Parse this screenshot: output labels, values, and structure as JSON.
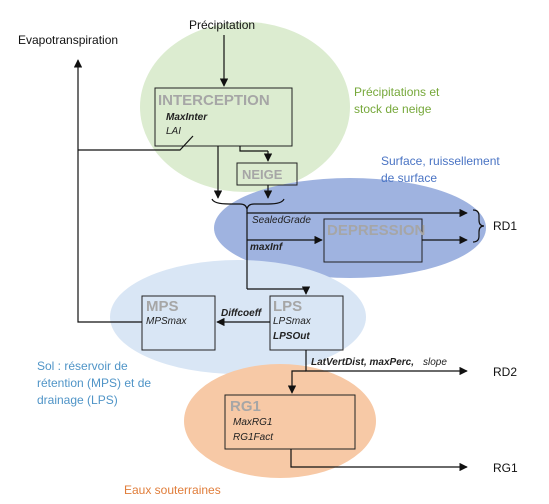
{
  "inputs": {
    "precipitation": "Précipitation",
    "evapotranspiration": "Evapotranspiration"
  },
  "zones": {
    "snow": {
      "line1": "Précipitations et",
      "line2": "stock de neige",
      "color": "#dcecd0"
    },
    "surface": {
      "line1": "Surface, ruissellement",
      "line2": "de surface",
      "color": "#9fb3e0"
    },
    "soil": {
      "line1": "Sol : réservoir de",
      "line2": "rétention (MPS) et de",
      "line3": "drainage (LPS)",
      "color": "#d9e6f5"
    },
    "groundwater": {
      "line1": "Eaux souterraines",
      "color": "#f7c9a6"
    }
  },
  "boxes": {
    "interception": {
      "title": "INTERCEPTION",
      "param1": "MaxInter",
      "param2": "LAI"
    },
    "neige": {
      "title": "NEIGE"
    },
    "depression": {
      "title": "DEPRESSION"
    },
    "mps": {
      "title": "MPS",
      "param1": "MPSmax"
    },
    "lps": {
      "title": "LPS",
      "param1": "LPSmax",
      "param2": "LPSOut"
    },
    "rg1": {
      "title": "RG1",
      "param1": "MaxRG1",
      "param2": "RG1Fact"
    }
  },
  "flow_labels": {
    "sealed": "SealedGrade",
    "maxinf": "maxInf",
    "diffcoeff": "Diffcoeff",
    "latvert": "LatVertDist, maxPerc,",
    "slope": "slope"
  },
  "outputs": {
    "rd1": "RD1",
    "rd2": "RD2",
    "rg1": "RG1"
  }
}
